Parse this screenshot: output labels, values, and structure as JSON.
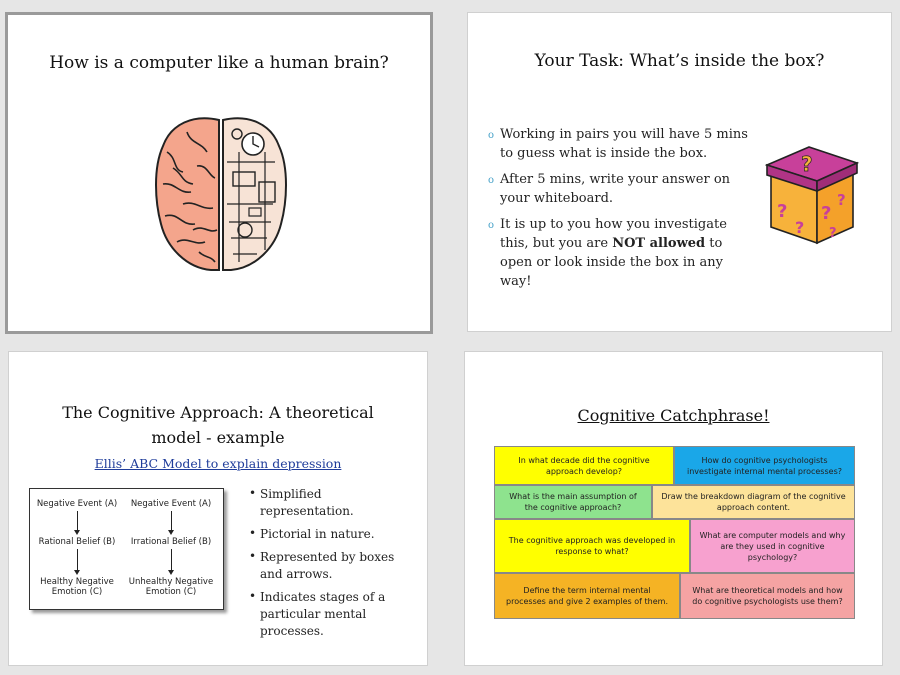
{
  "slides": [
    {
      "title": "How is a computer like a human brain?",
      "brain_icon": "half-brain-half-circuit-icon"
    },
    {
      "title": "Your Task: What’s inside the box?",
      "bullet_marker": "o",
      "bullets": [
        {
          "text": "Working in pairs you will have 5 mins to guess what is inside the box."
        },
        {
          "text": "After 5 mins, write your answer on your whiteboard."
        },
        {
          "pre": "It is up to you how you investigate this, but you are ",
          "bold": "NOT allowed",
          "post": " to open or look inside the box in any way!"
        }
      ],
      "box_icon": "question-mark-box-icon",
      "box_colors": {
        "lid": "#c8409a",
        "body": "#f7b23b",
        "marks": "#c8409a"
      }
    },
    {
      "title": "The Cognitive Approach: A theoretical model - example",
      "subtitle": "Ellis’ ABC Model to explain depression",
      "model": {
        "left": [
          "Negative Event (A)",
          "Rational Belief (B)",
          "Healthy Negative Emotion (C)"
        ],
        "right": [
          "Negative Event (A)",
          "Irrational Belief (B)",
          "Unhealthy Negative Emotion (C)"
        ]
      },
      "bullet_marker": "•",
      "bullets": [
        "Simplified representation.",
        "Pictorial in nature.",
        "Represented by boxes and arrows.",
        "Indicates stages of a particular mental processes."
      ]
    },
    {
      "title": "Cognitive Catchphrase!",
      "questions": [
        {
          "text": "In what decade did the cognitive approach develop?",
          "color": "#ffff00"
        },
        {
          "text": "How do cognitive psychologists investigate internal mental processes?",
          "color": "#1aa7e8"
        },
        {
          "text": "What is the main assumption of the cognitive approach?",
          "color": "#8ee38e"
        },
        {
          "text": "Draw the breakdown diagram of the cognitive approach content.",
          "color": "#fde39a"
        },
        {
          "text": "The cognitive approach was developed in response to what?",
          "color": "#ffff00"
        },
        {
          "text": "What are computer models and why are they used in cognitive psychology?",
          "color": "#f7a1cf"
        },
        {
          "text": "Define the term internal mental processes and give 2 examples of them.",
          "color": "#f5b324"
        },
        {
          "text": "What are theoretical models and how do cognitive psychologists use them?",
          "color": "#f5a3a3"
        }
      ]
    }
  ]
}
